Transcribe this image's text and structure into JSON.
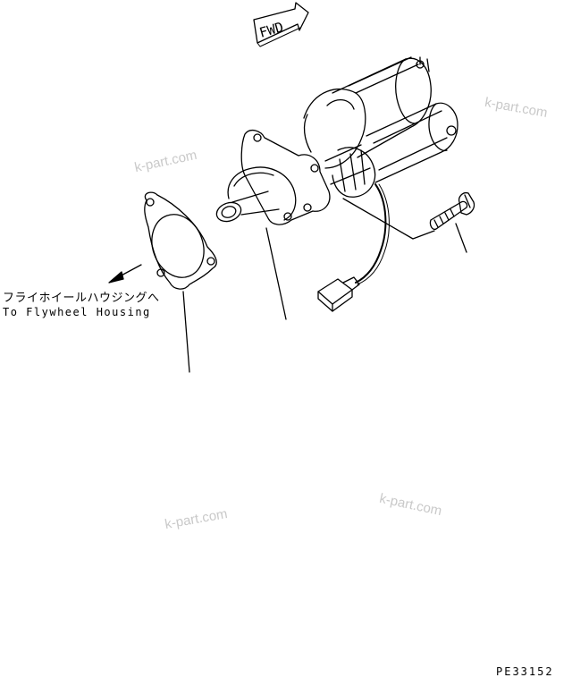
{
  "fwd_label": "FWD",
  "direction_label_ja": "フライホイールハウジングへ",
  "direction_label_en": "To Flywheel Housing",
  "drawing_code": "PE33152",
  "watermarks": [
    "k-part.com",
    "k-part.com",
    "k-part.com",
    "k-part.com"
  ],
  "colors": {
    "line": "#000000",
    "watermark": "#c9c9c9",
    "background": "#ffffff"
  }
}
